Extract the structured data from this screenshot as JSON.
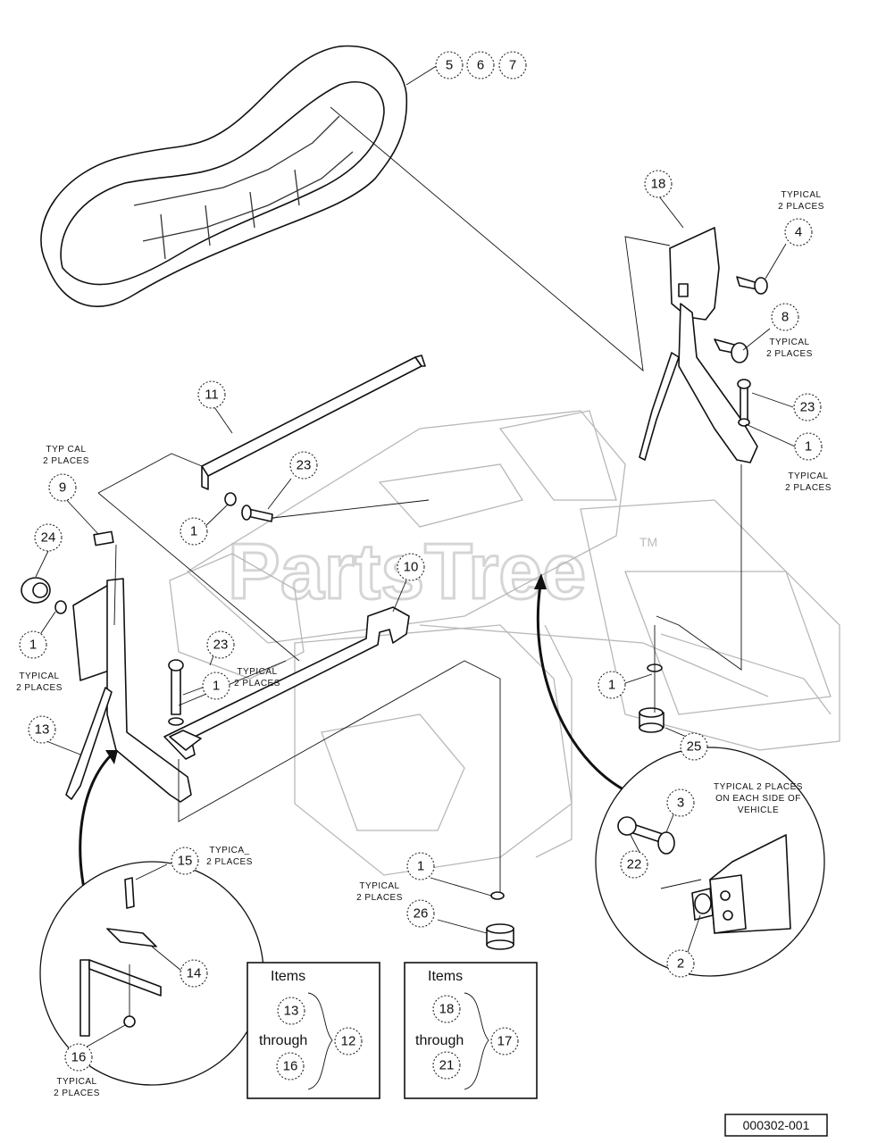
{
  "watermark": {
    "text": "PartsTree",
    "tm": "TM"
  },
  "callouts": {
    "c5": "5",
    "c6": "6",
    "c7": "7",
    "c18": "18",
    "c4": "4",
    "c8": "8",
    "c23a": "23",
    "c1a": "1",
    "c11": "11",
    "c23b": "23",
    "c1b": "1",
    "c9": "9",
    "c24": "24",
    "c1c": "1",
    "c10": "10",
    "c23c": "23",
    "c1d": "1",
    "c13": "13",
    "c1e": "1",
    "c25": "25",
    "c15": "15",
    "c14": "14",
    "c16": "16",
    "c1f": "1",
    "c26": "26",
    "c3": "3",
    "c22": "22",
    "c2": "2"
  },
  "notes": {
    "n4_l1": "TYPICAL",
    "n4_l2": "2 PLACES",
    "n8_l1": "TYPICAL",
    "n8_l2": "2 PLACES",
    "n1a_l1": "TYPICAL",
    "n1a_l2": "2 PLACES",
    "n9_l1": "TYP CAL",
    "n9_l2": "2 PLACES",
    "n1c_l1": "TYPICAL",
    "n1c_l2": "2 PLACES",
    "n23c_l1": "TYPICAL",
    "n23c_l2": "2 PLACES",
    "n15_l1": "TYPICA_",
    "n15_l2": "2 PLACES",
    "n1f_l1": "TYPICAL",
    "n1f_l2": "2 PLACES",
    "n16_l1": "TYPICAL",
    "n16_l2": "2 PLACES",
    "n3_l1": "TYPICAL 2 PLACES",
    "n3_l2": "ON EACH SIDE OF",
    "n3_l3": "VEHICLE"
  },
  "item_boxes": [
    {
      "title": "Items",
      "from": "13",
      "through": "through",
      "to": "16",
      "assembly": "12"
    },
    {
      "title": "Items",
      "from": "18",
      "through": "through",
      "to": "21",
      "assembly": "17"
    }
  ],
  "diagram_code": "000302-001"
}
